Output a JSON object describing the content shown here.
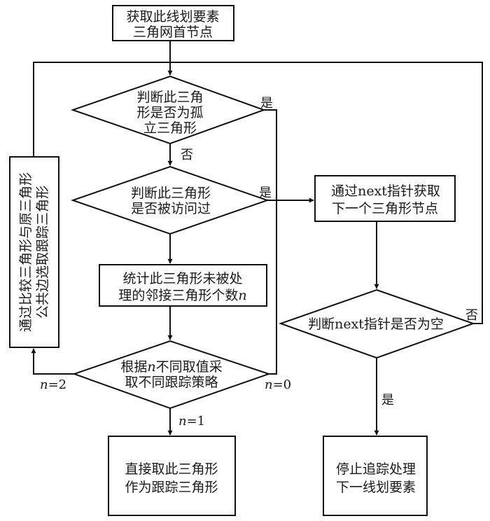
{
  "diagram": {
    "type": "flowchart",
    "nodes": {
      "start": {
        "kind": "process",
        "lines": [
          "获取此线划要素",
          "三角网首节点"
        ]
      },
      "isolated_check": {
        "kind": "decision",
        "lines": [
          "判断此三角",
          "形是否为孤",
          "立三角形"
        ]
      },
      "visited_check": {
        "kind": "decision",
        "lines": [
          "判断此三角形",
          "是否被访问过"
        ]
      },
      "count_neighbors": {
        "kind": "process",
        "lines": [
          "统计此三角形未被处",
          "理的邻接三角形个数"
        ],
        "var": "n"
      },
      "strategy": {
        "kind": "decision",
        "line1_pre": "根据",
        "line1_var": "n",
        "line1_post": "不同取值采",
        "line2": "取不同跟踪策略"
      },
      "take_direct": {
        "kind": "process",
        "lines": [
          "直接取此三角形",
          "作为跟踪三角形"
        ]
      },
      "compare_edges": {
        "kind": "process",
        "orientation": "vertical",
        "lines": [
          "通过比较三角形与原三角形",
          "公共边选取跟踪三角形"
        ]
      },
      "next_node": {
        "kind": "process",
        "line1_pre": "通过",
        "line1_code": "next",
        "line1_post": "指针获取",
        "line2": "下一个三角形节点"
      },
      "next_null_check": {
        "kind": "decision",
        "pre": "判断",
        "code": "next",
        "post": "指针是否为空"
      },
      "stop": {
        "kind": "process",
        "lines": [
          "停止追踪处理",
          "下一线划要素"
        ]
      }
    },
    "edge_labels": {
      "isolated_yes": "是",
      "isolated_no": "否",
      "visited_yes": "是",
      "n_eq_0": {
        "var": "n",
        "rest": "=0"
      },
      "n_eq_1": {
        "var": "n",
        "rest": "=1"
      },
      "n_eq_2": {
        "var": "n",
        "rest": "=2"
      },
      "null_no": "否",
      "null_yes": "是"
    },
    "edges": [
      {
        "from": "start",
        "to": "isolated_check"
      },
      {
        "from": "isolated_check",
        "to": "visited_check",
        "label": "否"
      },
      {
        "from": "isolated_check",
        "to": "next_node",
        "label": "是"
      },
      {
        "from": "visited_check",
        "to": "next_node",
        "label": "是"
      },
      {
        "from": "visited_check",
        "to": "count_neighbors"
      },
      {
        "from": "count_neighbors",
        "to": "strategy"
      },
      {
        "from": "strategy",
        "to": "take_direct",
        "label": "n=1"
      },
      {
        "from": "strategy",
        "to": "compare_edges",
        "label": "n=2"
      },
      {
        "from": "strategy",
        "to": "next_node",
        "label": "n=0"
      },
      {
        "from": "compare_edges",
        "to": "isolated_check"
      },
      {
        "from": "next_node",
        "to": "next_null_check"
      },
      {
        "from": "next_null_check",
        "to": "isolated_check",
        "label": "否"
      },
      {
        "from": "next_null_check",
        "to": "stop",
        "label": "是"
      }
    ]
  }
}
